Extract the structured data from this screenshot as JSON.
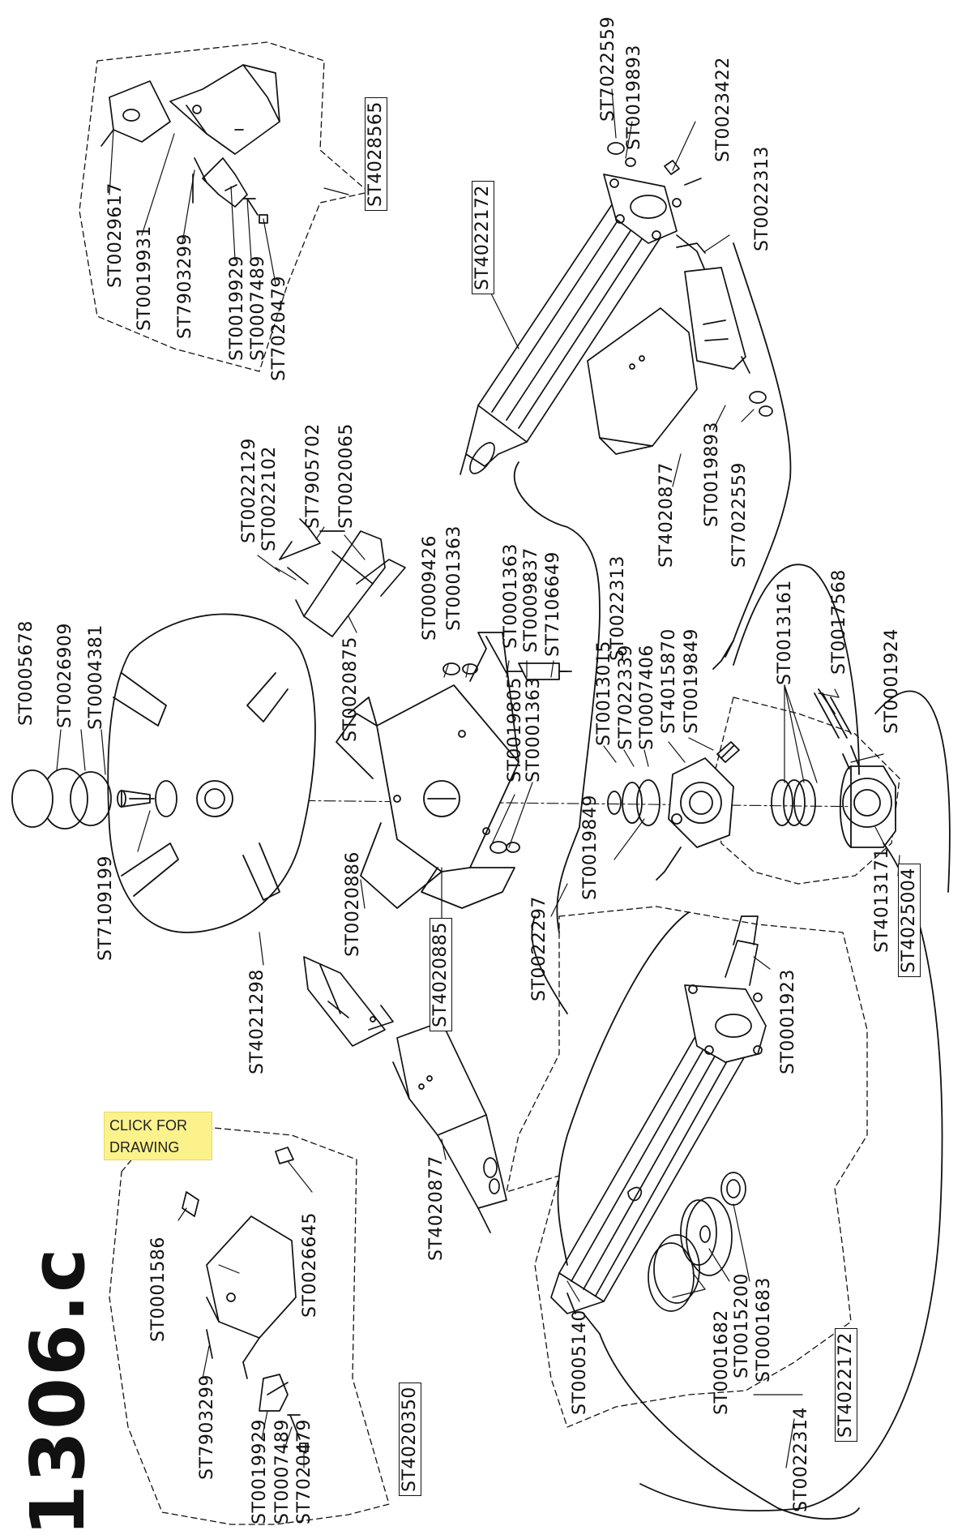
{
  "page_number": "1306.c",
  "link": {
    "line1": "CLICK FOR",
    "line2": "DRAWING"
  },
  "labels": {
    "l1": "ST0029617",
    "l2": "ST0019931",
    "l3": "ST7903299",
    "l4": "ST0019929",
    "l5": "ST0007489",
    "l6": "ST7020479",
    "l7": "ST4028565",
    "l8": "ST0022129",
    "l9": "ST0022102",
    "l10": "ST7905702",
    "l11": "ST0020065",
    "l12": "ST0020875",
    "l13": "ST4022172",
    "l14": "ST7022559",
    "l15": "ST0019893",
    "l16": "ST0023422",
    "l17": "ST0022313",
    "l18": "ST4020877",
    "l19": "ST0019893",
    "l20": "ST7022559",
    "l21": "ST0005678",
    "l22": "ST0026909",
    "l23": "ST0004381",
    "l24": "ST7109199",
    "l25": "ST4021298",
    "l26": "ST0020886",
    "l27": "ST4020885",
    "l28": "ST0009426",
    "l29": "ST0001363",
    "l30": "ST0001363",
    "l31": "ST0009837",
    "l32": "ST7106649",
    "l33": "ST0019805",
    "l34": "ST0001363",
    "l35": "ST0022313",
    "l36": "ST0013015",
    "l37": "ST7022339",
    "l38": "ST0007406",
    "l39": "ST4015870",
    "l40": "ST0019849",
    "l41": "ST0019849",
    "l42": "ST0013161",
    "l43": "ST0017568",
    "l44": "ST0001924",
    "l45": "ST4013171",
    "l46": "ST4025004",
    "l47": "ST0022297",
    "l48": "ST0001923",
    "l49": "ST4020877",
    "l50": "ST0001586",
    "l51": "ST0026645",
    "l52": "ST7903299",
    "l53": "ST0019929",
    "l54": "ST0007489",
    "l55": "ST7020479",
    "l56": "ST4020350",
    "l57": "ST0005140",
    "l58": "ST0001682",
    "l59": "ST0015200",
    "l60": "ST0001683",
    "l61": "ST0022314",
    "l62": "ST4022172"
  }
}
